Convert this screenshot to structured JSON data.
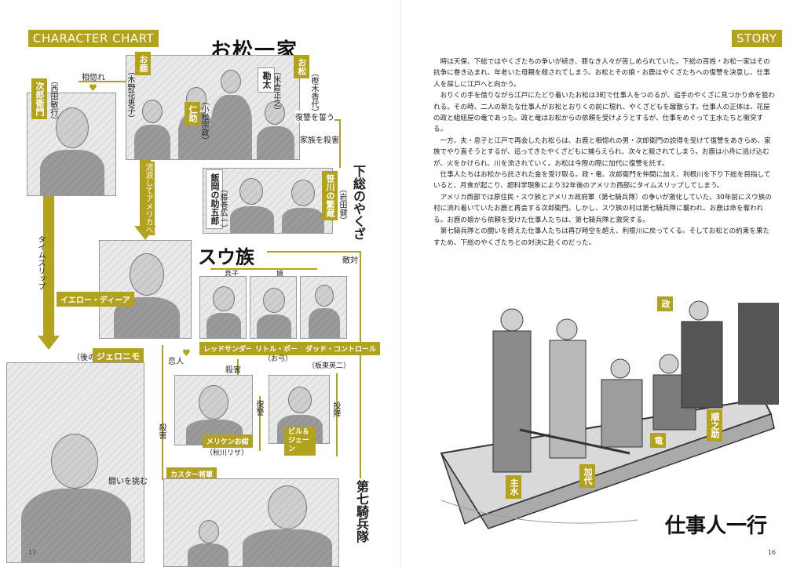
{
  "left": {
    "chart_tag": "CHARACTER CHART",
    "family_title": "お松一家",
    "sioux_title": "スウ族",
    "page_number": "17",
    "people": {
      "jirozaemon": {
        "name": "次郎衛門",
        "actor": "（西田敏行）"
      },
      "ohisa": {
        "name": "お鹿",
        "actor": "（木野花恵子）"
      },
      "jinsuke": {
        "name": "仁助",
        "actor": "（小松宗政）"
      },
      "kiyosuke": {
        "name": "勘太",
        "actor": "（米倉正之）"
      },
      "omatsu": {
        "name": "お松",
        "actor": "（樫木香代）"
      },
      "imano": {
        "name": "飯岡の助五郎",
        "actor": "（藤巻広一）"
      },
      "sasagawa": {
        "name": "笹川の繁蔵",
        "actor": "（岩田健）"
      },
      "yellow_deer": {
        "name": "イエロー・ディーア"
      },
      "geronimo": {
        "name": "ジェロニモ",
        "prefix": "（後の）"
      },
      "red_thunder": {
        "name": "レッドサンダー"
      },
      "little_pow": {
        "name": "リトル・ポー",
        "sub": "（お弓）"
      },
      "dad_control": {
        "name": "ダッド・コントロール",
        "actor": "（板東英二）"
      },
      "meriken": {
        "name": "メリケンお紺",
        "actor": "（秋川リサ）"
      },
      "bill_jane": {
        "name": "ビル＆ジェーン"
      },
      "custer": {
        "name": "カスター将軍"
      }
    },
    "relations": {
      "soushi": "相惚れ",
      "fukushu": "復讐を誓う",
      "kazoku": "家族を殺害",
      "shimosa": "下総のやくざ",
      "nagare": "流浪してアメリカへ",
      "time_slip": "タイムスリップ",
      "musuko": "息子",
      "musume": "娘",
      "tekitai": "敵対",
      "koibito": "恋人",
      "satsugai": "殺害",
      "fukushu2": "復讐",
      "satsugai2": "殺害",
      "tatakai": "闘いを挑む",
      "tohyou": "投降",
      "dai7": "第七騎兵隊"
    }
  },
  "right": {
    "story_tag": "STORY",
    "page_number": "16",
    "paragraphs": [
      "時は天保、下総ではやくざたちの争いが続き、罪なき人々が苦しめられていた。下総の百姓・お松一家はその抗争に巻き込まれ、年老いた母親を殺されてしまう。お松とその娘・お鹿はやくざたちへの復讐を決意し、仕事人を探しに江戸へと向かう。",
      "おりくの手を借りながら江戸にたどり着いたお松は3町で仕事人をつのるが、追手のやくざに見つかり命を狙われる。その時、二人の新たな仕事人がお松とおりくの前に現れ、やくざどもを蹴散らす。仕事人の正体は、花屋の政と組紐屋の竜であった。政と竜はお松からの依頼を受けようとするが、仕事をめぐって主水たちと衝突する。",
      "一方、夫・息子と江戸で再会したお松らは、お鹿と相惚れの男・次郎衛門の説得を受けて復讐をあきらめ、家族でやり直そうとするが、追ってきたやくざどもに捕らえられ、次々と殺されてしまう。お鹿は小舟に逃げ込むが、火をかけられ、川を流されていく。お松は今際の際に加代に復讐を託す。",
      "仕事人たちはお松から託された金を受け取る。政・竜、次郎衛門を仲間に加え、利根川を下り下総を目指していると、月食が起こり、超科学現象により32年後のアメリカ西部にタイムスリップしてしまう。",
      "アメリカ西部では原住民・スウ族とアメリカ政府軍（第七騎兵隊）の争いが激化していた。30年前にスウ族の村に流れ着いていたお鹿と再会する次郎衛門。しかし、スウ族の村は第七騎兵隊に襲われ、お鹿は命を奪われる。お鹿の娘から依頼を受けた仕事人たちは、第七騎兵隊と激突する。",
      "第七騎兵隊との闘いを終えた仕事人たちは再び時空を超え、利根川に戻ってくる。そしてお松との約束を果たすため、下総のやくざたちとの対決に赴くのだった。"
    ],
    "illustration_labels": [
      "政",
      "竜",
      "加代",
      "主水",
      "順之助"
    ],
    "group_title": "仕事人一行"
  },
  "colors": {
    "accent": "#b3a21d"
  }
}
